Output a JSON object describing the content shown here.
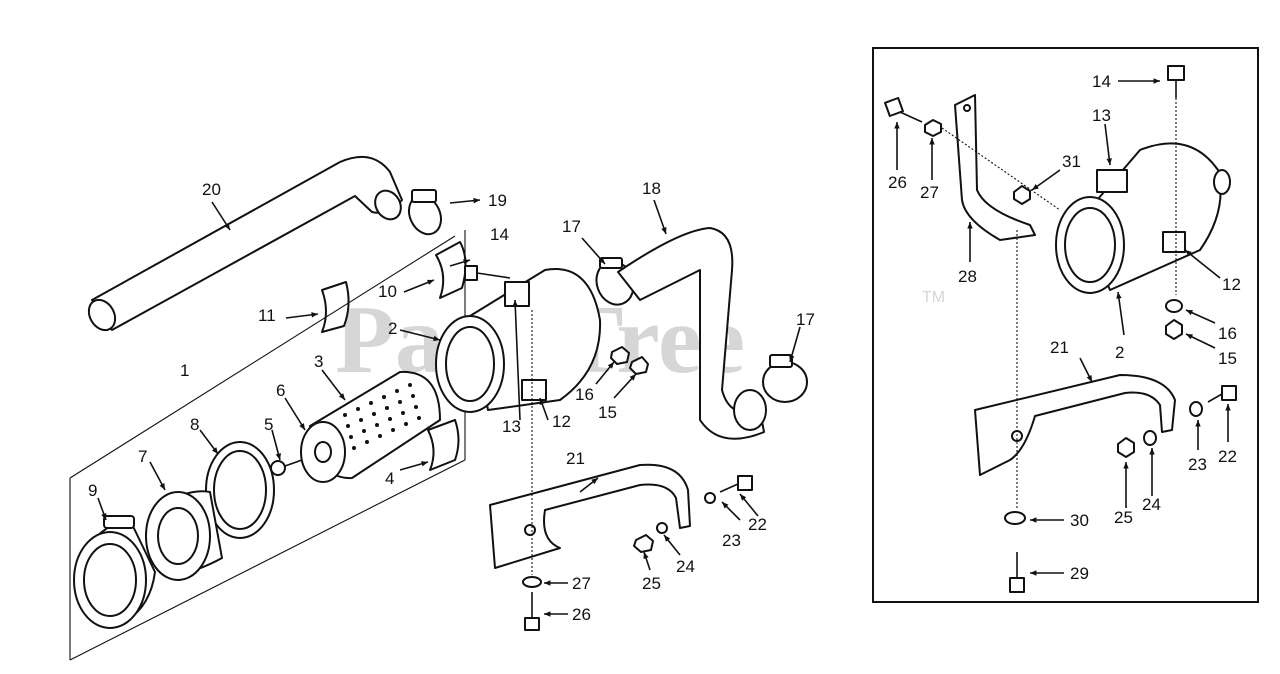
{
  "watermark": {
    "text": "PartsTree",
    "trademark": "TM"
  },
  "callouts": {
    "main": {
      "n1": "1",
      "n2": "2",
      "n3": "3",
      "n4": "4",
      "n5": "5",
      "n6": "6",
      "n7": "7",
      "n8": "8",
      "n9": "9",
      "n10": "10",
      "n11": "11",
      "n12": "12",
      "n13": "13",
      "n14": "14",
      "n15": "15",
      "n16": "16",
      "n17a": "17",
      "n17b": "17",
      "n18": "18",
      "n19": "19",
      "n20": "20",
      "n21": "21",
      "n22": "22",
      "n23": "23",
      "n24": "24",
      "n25": "25",
      "n26": "26",
      "n27": "27"
    },
    "inset": {
      "n2": "2",
      "n12": "12",
      "n13": "13",
      "n14": "14",
      "n15": "15",
      "n16": "16",
      "n21": "21",
      "n22": "22",
      "n23": "23",
      "n24": "24",
      "n25": "25",
      "n26": "26",
      "n27": "27",
      "n28": "28",
      "n29": "29",
      "n30": "30",
      "n31": "31"
    }
  }
}
